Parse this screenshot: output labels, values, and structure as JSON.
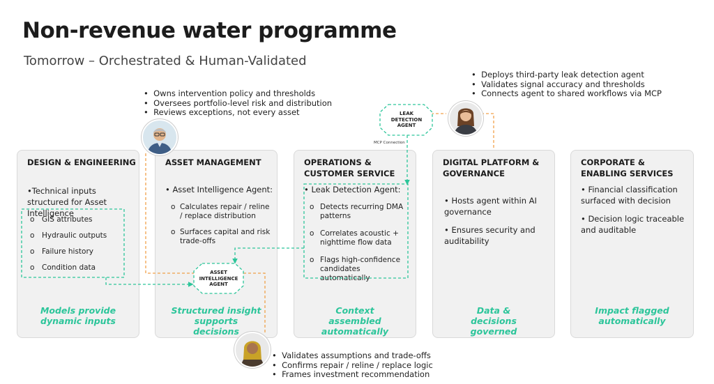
{
  "title": "Non-revenue water programme",
  "subtitle": "Tomorrow – Orchestrated & Human-Validated",
  "personas": {
    "manager": {
      "bullets": [
        "Owns intervention policy and thresholds",
        "Oversees portfolio-level risk and distribution",
        "Reviews exceptions, not every asset"
      ]
    },
    "platform": {
      "bullets": [
        "Deploys third-party leak detection agent",
        "Validates signal accuracy and thresholds",
        "Connects agent to shared workflows via MCP"
      ]
    },
    "analyst": {
      "bullets": [
        "Validates assumptions and trade-offs",
        "Confirms repair / reline / replace logic",
        "Frames investment recommendation"
      ]
    }
  },
  "agents": {
    "leak_line1": "LEAK",
    "leak_line2": "DETECTION",
    "leak_line3": "AGENT",
    "asset_line1": "ASSET",
    "asset_line2": "INTELLIGENCE",
    "asset_line3": "AGENT",
    "mcp_label": "MCP Connection"
  },
  "cards": {
    "design": {
      "title": "DESIGN & ENGINEERING",
      "bullet": "•Technical inputs structured for Asset Intelligence",
      "subs": [
        "GIS attributes",
        "Hydraulic outputs",
        "Failure history",
        "Condition data"
      ],
      "caption": "Models provide dynamic inputs"
    },
    "asset": {
      "title": "ASSET MANAGEMENT",
      "bullet": "• Asset Intelligence Agent:",
      "subs": [
        "Calculates repair / reline / replace distribution",
        "Surfaces capital and risk trade-offs"
      ],
      "caption": "Structured insight supports decisions"
    },
    "operations": {
      "title": "OPERATIONS & CUSTOMER SERVICE",
      "bullet": "• Leak Detection Agent:",
      "subs": [
        "Detects recurring DMA patterns",
        "Correlates acoustic + nighttime flow data",
        "Flags high-confidence candidates automatically"
      ],
      "caption": "Context assembled automatically"
    },
    "platform": {
      "title": "DIGITAL PLATFORM & GOVERNANCE",
      "bullets": [
        "• Hosts agent within AI governance",
        "• Ensures security and auditability"
      ],
      "caption": "Data & decisions governed"
    },
    "corporate": {
      "title": "CORPORATE & ENABLING SERVICES",
      "bullets": [
        "• Financial classification surfaced with decision",
        "• Decision logic traceable and auditable"
      ],
      "caption": "Impact flagged automatically"
    }
  },
  "colors": {
    "accent": "#2cc59a",
    "connector": "#f0a14a",
    "card": "#f1f1f1"
  }
}
